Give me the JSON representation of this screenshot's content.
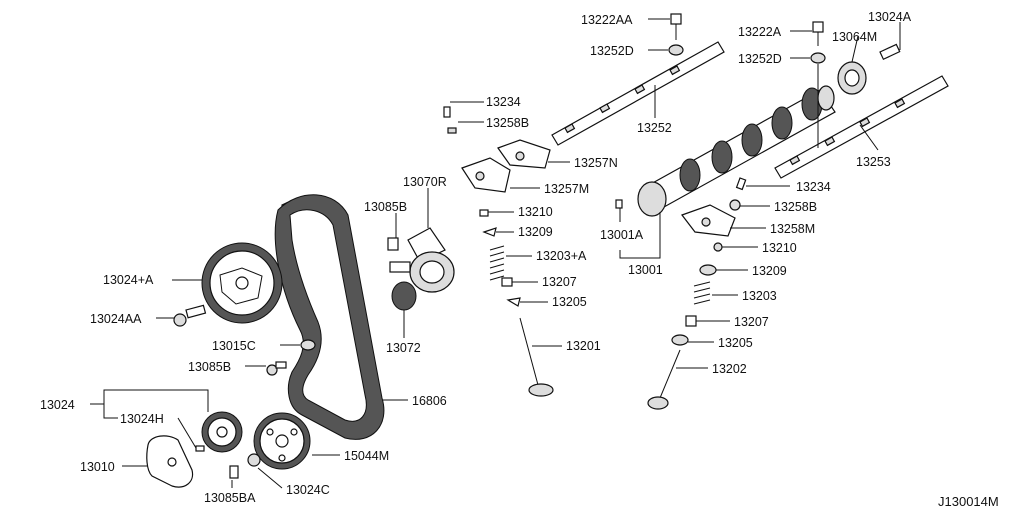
{
  "diagram": {
    "reference_code": "J130014M",
    "callouts": [
      {
        "id": "c1",
        "text": "13222AA"
      },
      {
        "id": "c2",
        "text": "13252D"
      },
      {
        "id": "c3",
        "text": "13222A"
      },
      {
        "id": "c4",
        "text": "13024A"
      },
      {
        "id": "c5",
        "text": "13064M"
      },
      {
        "id": "c6",
        "text": "13252D"
      },
      {
        "id": "c7",
        "text": "13234"
      },
      {
        "id": "c8",
        "text": "13258B"
      },
      {
        "id": "c9",
        "text": "13252"
      },
      {
        "id": "c10",
        "text": "13253"
      },
      {
        "id": "c11",
        "text": "13257N"
      },
      {
        "id": "c12",
        "text": "13257M"
      },
      {
        "id": "c13",
        "text": "13070R"
      },
      {
        "id": "c14",
        "text": "13085B"
      },
      {
        "id": "c15",
        "text": "13210"
      },
      {
        "id": "c16",
        "text": "13209"
      },
      {
        "id": "c17",
        "text": "13203+A"
      },
      {
        "id": "c18",
        "text": "13207"
      },
      {
        "id": "c19",
        "text": "13205"
      },
      {
        "id": "c20",
        "text": "13201"
      },
      {
        "id": "c21",
        "text": "13072"
      },
      {
        "id": "c22",
        "text": "13024+A"
      },
      {
        "id": "c23",
        "text": "13024AA"
      },
      {
        "id": "c24",
        "text": "13015C"
      },
      {
        "id": "c25",
        "text": "13085B"
      },
      {
        "id": "c26",
        "text": "13024"
      },
      {
        "id": "c27",
        "text": "13024H"
      },
      {
        "id": "c28",
        "text": "13010"
      },
      {
        "id": "c29",
        "text": "13085BA"
      },
      {
        "id": "c30",
        "text": "13024C"
      },
      {
        "id": "c31",
        "text": "15044M"
      },
      {
        "id": "c32",
        "text": "16806"
      },
      {
        "id": "c33",
        "text": "13234"
      },
      {
        "id": "c34",
        "text": "13258B"
      },
      {
        "id": "c35",
        "text": "13258M"
      },
      {
        "id": "c36",
        "text": "13210"
      },
      {
        "id": "c37",
        "text": "13209"
      },
      {
        "id": "c38",
        "text": "13203"
      },
      {
        "id": "c39",
        "text": "13207"
      },
      {
        "id": "c40",
        "text": "13205"
      },
      {
        "id": "c41",
        "text": "13202"
      },
      {
        "id": "c42",
        "text": "13001A"
      },
      {
        "id": "c43",
        "text": "13001"
      }
    ]
  }
}
